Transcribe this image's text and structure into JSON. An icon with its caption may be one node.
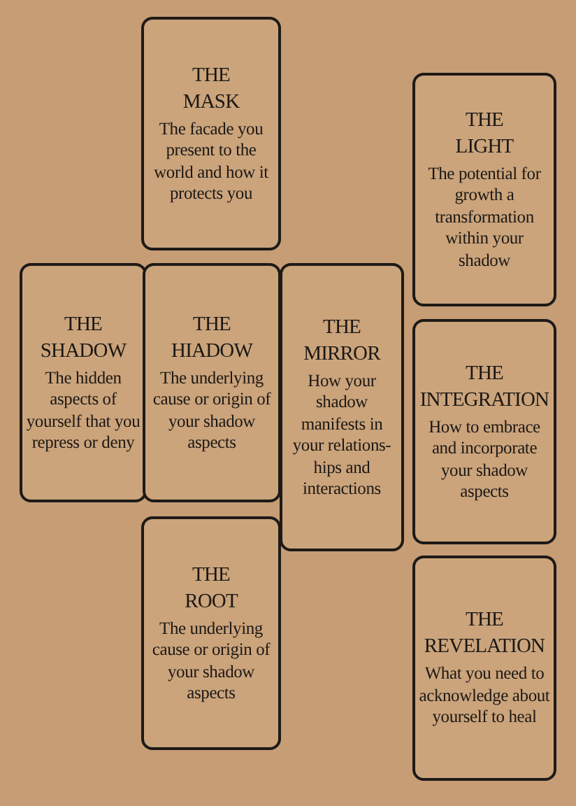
{
  "diagram": {
    "nodes": [
      {
        "text": [
          "THE MASK",
          "The facade you present to the world and how it protects you"
        ]
      },
      {
        "text": [
          "THE LIGHT",
          "The potential for growth a transformation within your shadow"
        ]
      },
      {
        "text": [
          "THE SHADOW",
          "The hidden aspects of yourself that you repress or deny"
        ]
      },
      {
        "text": [
          "THE HIADOW",
          "The underlying cause or origin of your shadow aspects"
        ]
      },
      {
        "text": [
          "THE MIRROR",
          "How your shadow manifests in your relations- hips and interactions"
        ]
      },
      {
        "text": [
          "THE INTEGRATION",
          "How to embrace and incorporate your shadow aspects"
        ]
      },
      {
        "text": [
          "THE ROOT",
          "The underlying cause or origin of your shadow aspects"
        ]
      },
      {
        "text": [
          "THE REVELATION",
          "What you need to acknowledge about yourself to heal"
        ]
      }
    ]
  }
}
